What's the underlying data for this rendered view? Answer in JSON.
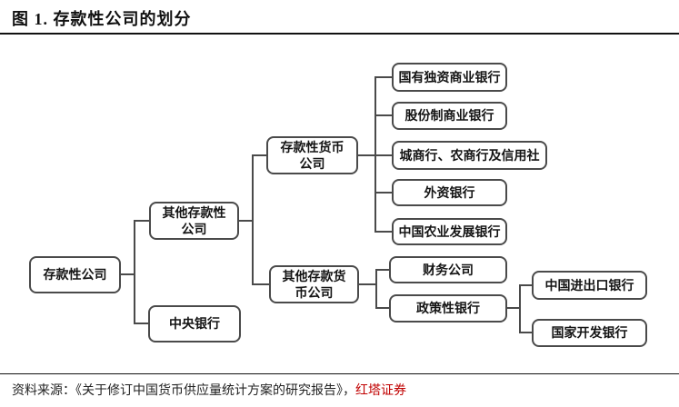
{
  "title": "图 1. 存款性公司的划分",
  "diagram": {
    "nodes": {
      "root": "存款性公司",
      "other_depository": "其他存款性\n公司",
      "central_bank": "中央银行",
      "depository_money": "存款性货币\n公司",
      "other_depository_money": "其他存款货\n币公司",
      "state_owned": "国有独资商业银行",
      "joint_stock": "股份制商业银行",
      "city_rural": "城商行、农商行及信用社",
      "foreign_banks": "外资银行",
      "agri_dev_bank": "中国农业发展银行",
      "finance_companies": "财务公司",
      "policy_banks": "政策性银行",
      "exim_bank": "中国进出口银行",
      "cdb_bank": "国家开发银行"
    },
    "colors": {
      "box_border": "#4a4a4a",
      "connector": "#4a4a4a",
      "text": "#141414"
    }
  },
  "footer": {
    "source_text": "资料来源：《关于修订中国货币供应量统计方案的研究报告》，",
    "source_brand": "红塔证券",
    "brand_color": "#c00000"
  }
}
